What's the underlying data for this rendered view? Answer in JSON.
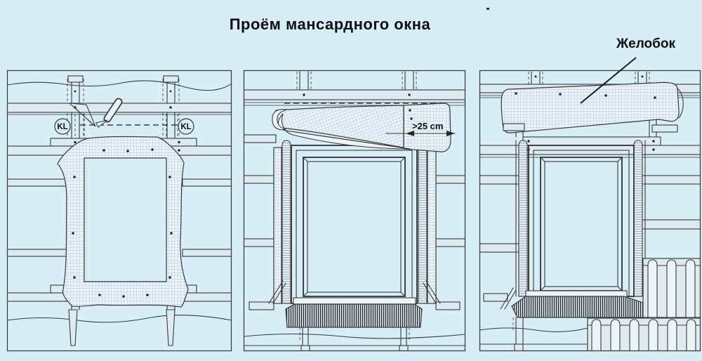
{
  "title": "Проём мансардного окна",
  "callout": {
    "label": "Желобок"
  },
  "panel1": {
    "kl_left": "KL",
    "kl_right": "KL"
  },
  "panel2": {
    "dimension_label": ">25 cm"
  },
  "colors": {
    "background": "#d8eef6",
    "line": "#3a3a3a",
    "membrane_fill": "#e9f2f7",
    "membrane_grid": "#a9bfd6",
    "wood_fill": "#dceaf2",
    "text": "#101010"
  }
}
